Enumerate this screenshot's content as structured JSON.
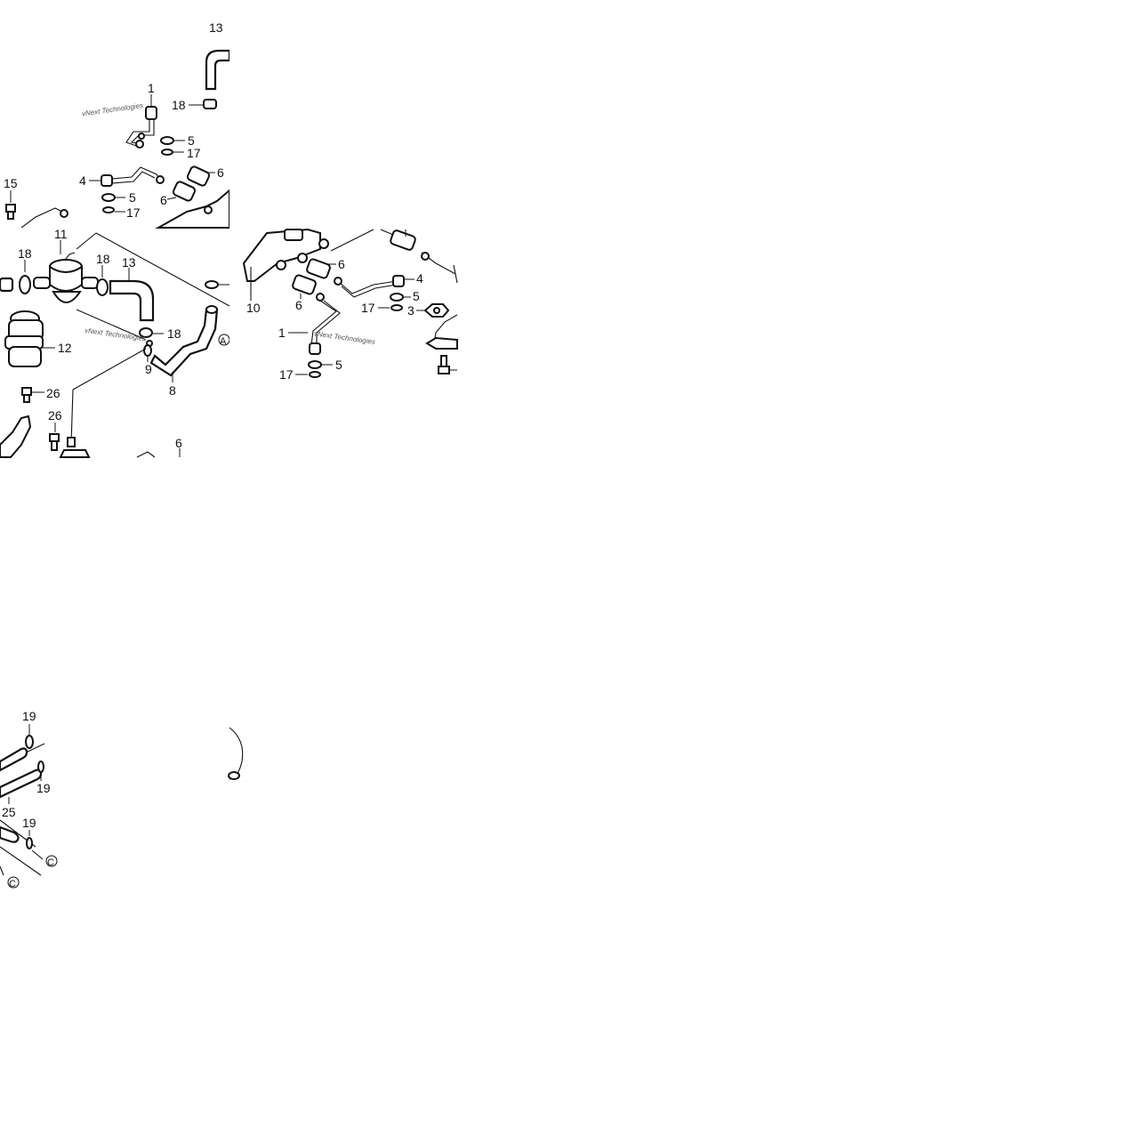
{
  "labels": {
    "l13a": "13",
    "l1a": "1",
    "l18a": "18",
    "l5a": "5",
    "l17a": "17",
    "l4a": "4",
    "l5b": "5",
    "l17b": "17",
    "l6a": "6",
    "l6b": "6",
    "l15": "15",
    "l11": "11",
    "l18b": "18",
    "l18c": "18",
    "l13b": "13",
    "l12": "12",
    "l18d": "18",
    "l9": "9",
    "l8": "8",
    "l26a": "26",
    "l26b": "26",
    "l6c": "6",
    "l10": "10",
    "l6d": "6",
    "l6e": "6",
    "l4b": "4",
    "l5c": "5",
    "l17c": "17",
    "l3": "3",
    "l1b": "1",
    "l5d": "5",
    "l17d": "17",
    "l19a": "19",
    "l19b": "19",
    "l25": "25",
    "l19c": "19",
    "refA": "A",
    "refC1": "C",
    "refC2": "C"
  },
  "watermarks": {
    "w1": "vNext Technologies",
    "w2": "vNext Technologies",
    "w3": "vNext Technologies"
  }
}
